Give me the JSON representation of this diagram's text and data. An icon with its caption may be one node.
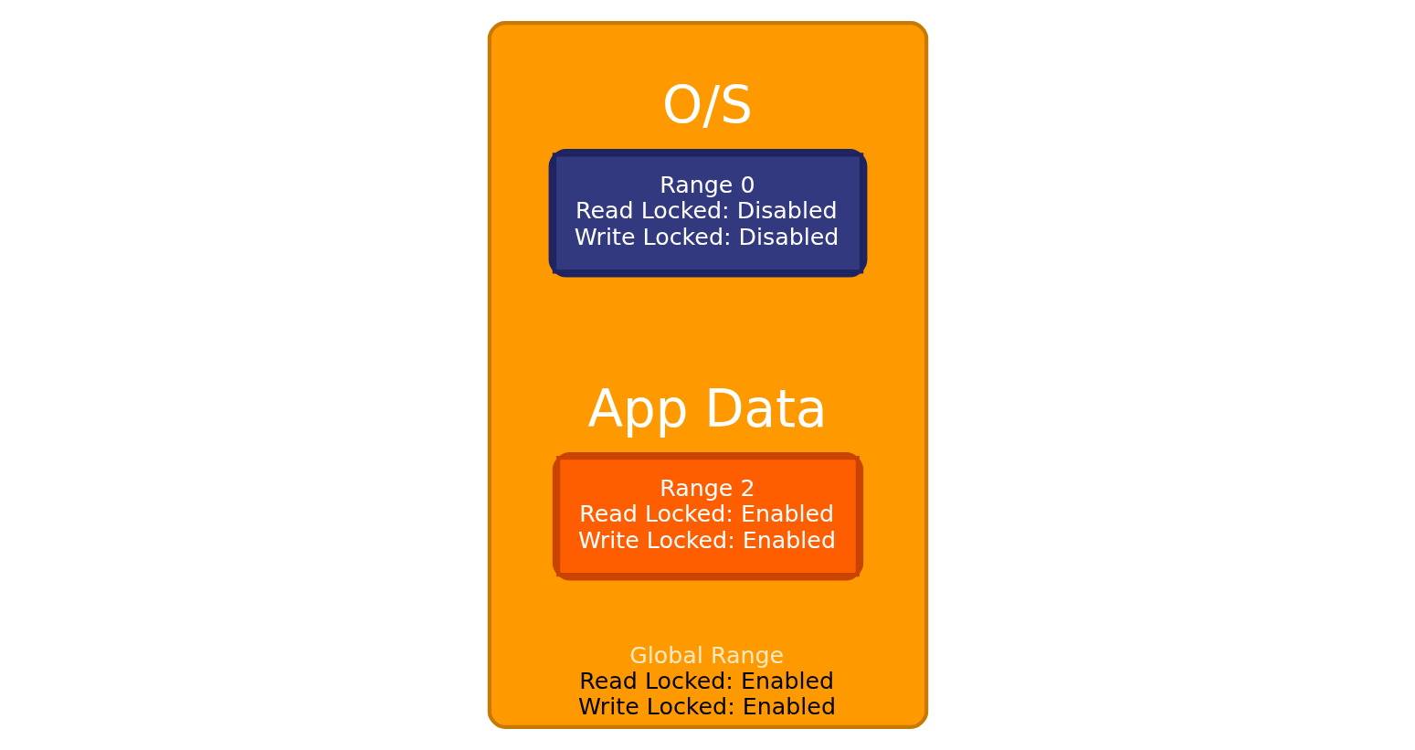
{
  "diagram": {
    "nodes": [
      {
        "text": [
          "Global Range",
          "Read Locked: Enabled",
          "Write Locked: Enabled"
        ]
      },
      {
        "text": [
          "O/S",
          "Range 0",
          "Read Locked: Disabled",
          "Write Locked: Disabled"
        ],
        "in": 0
      },
      {
        "text": [
          "App Data",
          "Range 2",
          "Read Locked: Enabled",
          "Write Locked: Enabled"
        ],
        "in": 0
      }
    ]
  }
}
